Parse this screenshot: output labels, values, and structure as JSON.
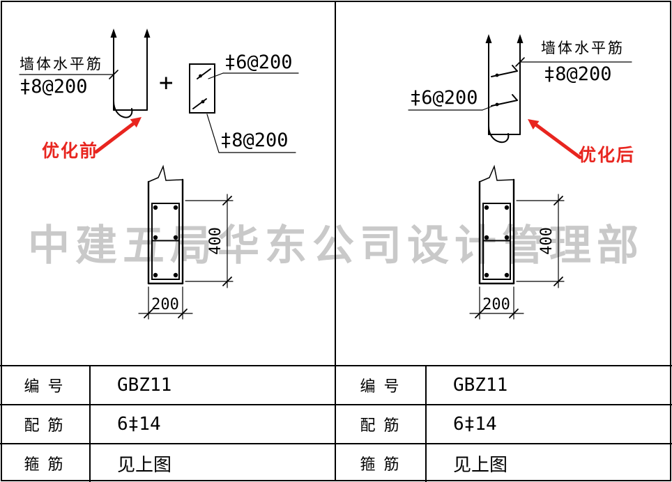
{
  "watermark": "中建五局华东公司设计管理部",
  "left": {
    "wall_bar_label": "墙体水平筋",
    "wall_bar_spec": "‡8@200",
    "plus_sign": "+",
    "tie_spec": "‡6@200",
    "vertical_bar_spec": "‡8@200",
    "stage_label": "优化前",
    "section": {
      "height_dim": "400",
      "width_dim": "200"
    },
    "table": [
      {
        "label": "编 号",
        "value": "GBZ11"
      },
      {
        "label": "配 筋",
        "value": "6‡14"
      },
      {
        "label": "箍 筋",
        "value": "见上图"
      }
    ]
  },
  "right": {
    "wall_bar_label": "墙体水平筋",
    "wall_bar_spec": "‡8@200",
    "tie_spec": "‡6@200",
    "stage_label": "优化后",
    "section": {
      "height_dim": "400",
      "width_dim": "200"
    },
    "table": [
      {
        "label": "编 号",
        "value": "GBZ11"
      },
      {
        "label": "配 筋",
        "value": "6‡14"
      },
      {
        "label": "箍 筋",
        "value": "见上图"
      }
    ]
  },
  "colors": {
    "line": "#000000",
    "accent_red": "#e8251f",
    "watermark_gray": "#c9c9c9"
  }
}
